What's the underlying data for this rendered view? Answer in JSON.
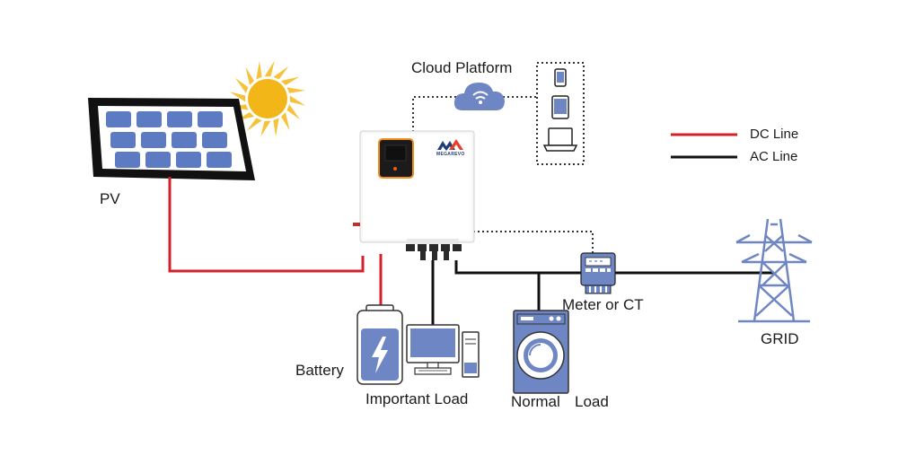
{
  "labels": {
    "pv": "PV",
    "cloud_platform": "Cloud Platform",
    "battery": "Battery",
    "important_load": "Important Load",
    "normal_load_a": "Normal",
    "normal_load_b": "Load",
    "meter": "Meter or CT",
    "grid": "GRID"
  },
  "legend": {
    "dc_line": "DC Line",
    "ac_line": "AC Line"
  },
  "inverter": {
    "brand": "MEGAREVO"
  },
  "colors": {
    "dc_line": "#d4202a",
    "ac_line": "#111111",
    "device_blue": "#6f86c4",
    "sun": "#f2b619",
    "panel_cell": "#5d7bc2"
  }
}
